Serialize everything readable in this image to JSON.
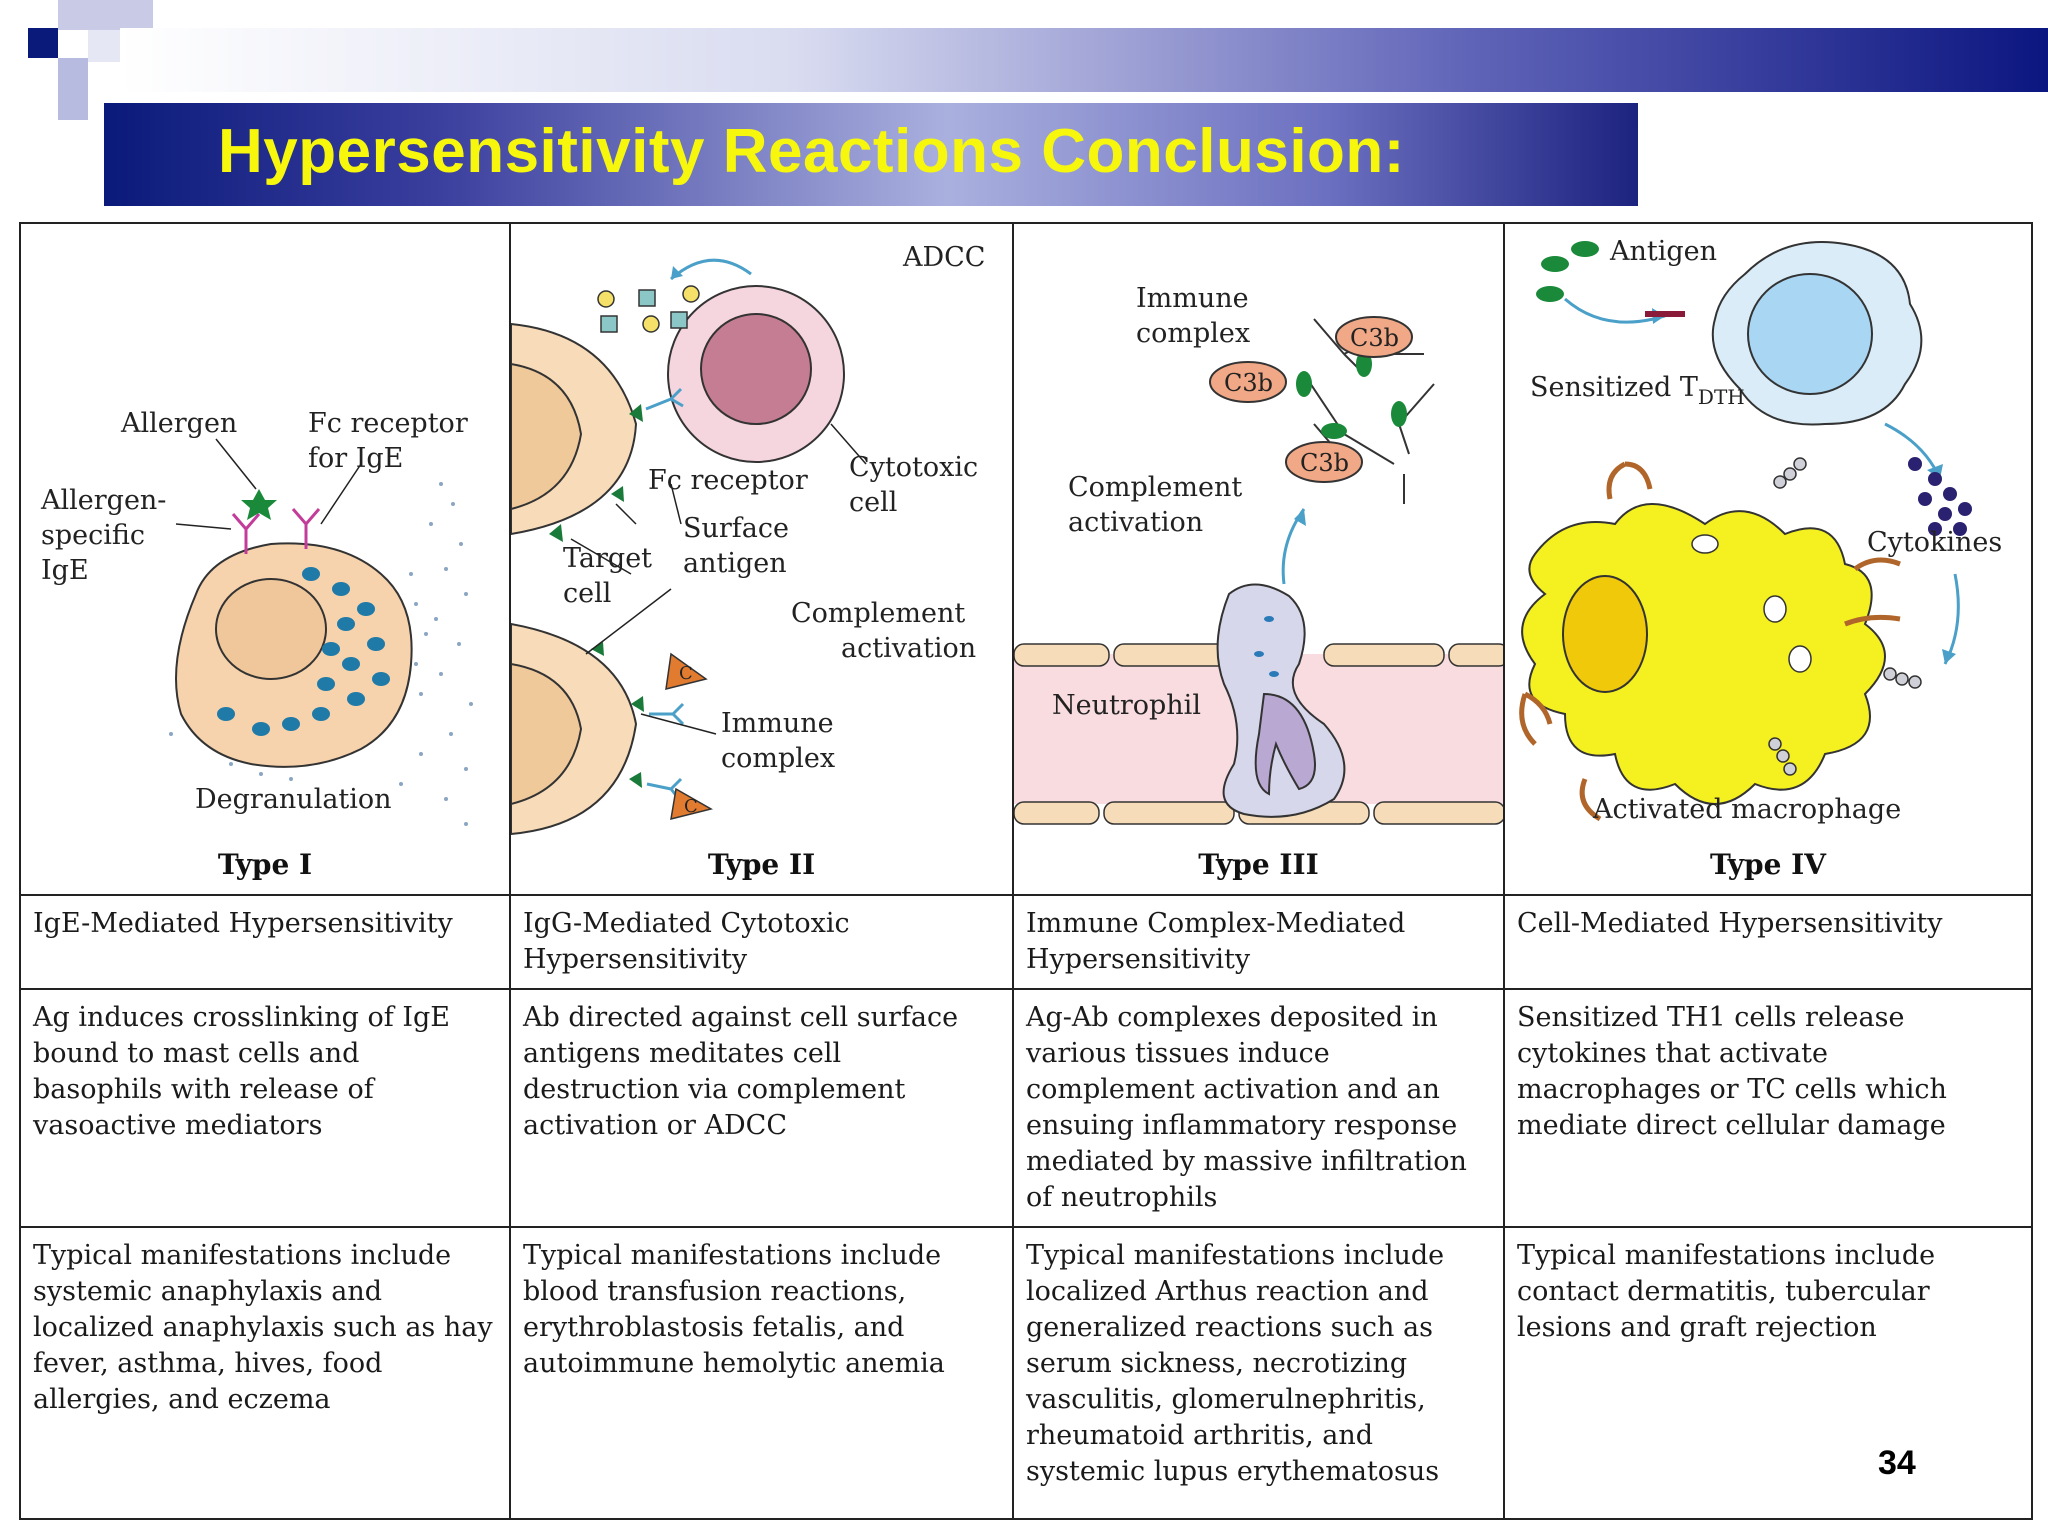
{
  "title": "Hypersensitivity Reactions Conclusion:",
  "page_number": "34",
  "colors": {
    "title_text": "#f7f70e",
    "header_dark": "#0a1a7a",
    "header_light": "#aab0de"
  },
  "columns": [
    {
      "type_label": "Type I",
      "name": "IgE-Mediated Hypersensitivity",
      "mechanism": "Ag induces crosslinking of IgE bound to mast cells and basophils with release of vasoactive mediators",
      "manifestations": "Typical manifestations include systemic anaphylaxis and localized anaphylaxis such as hay fever, asthma, hives, food allergies, and eczema",
      "labels": {
        "allergen": "Allergen",
        "fc_receptor_1": "Fc receptor",
        "fc_receptor_2": "for IgE",
        "specific_1": "Allergen-",
        "specific_2": "specific",
        "specific_3": "IgE",
        "degranulation": "Degranulation"
      }
    },
    {
      "type_label": "Type II",
      "name": "IgG-Mediated Cytotoxic Hypersensitivity",
      "mechanism": "Ab directed against cell surface antigens meditates cell destruction via complement activation or ADCC",
      "manifestations": "Typical manifestations include blood transfusion reactions, erythroblastosis fetalis, and autoimmune hemolytic anemia",
      "labels": {
        "adcc": "ADCC",
        "fc_receptor": "Fc receptor",
        "cytotoxic_1": "Cytotoxic",
        "cytotoxic_2": "cell",
        "surface_1": "Surface",
        "surface_2": "antigen",
        "target_1": "Target",
        "target_2": "cell",
        "complement_1": "Complement",
        "complement_2": "activation",
        "immune_1": "Immune",
        "immune_2": "complex",
        "c_mark": "C"
      }
    },
    {
      "type_label": "Type III",
      "name": "Immune Complex-Mediated Hypersensitivity",
      "mechanism": "Ag-Ab complexes deposited in various tissues induce complement activation and an ensuing inflammatory response mediated by massive infiltration of neutrophils",
      "manifestations": "Typical manifestations include localized Arthus reaction and generalized reactions such as serum sickness, necrotizing vasculitis, glomerulnephritis, rheumatoid arthritis, and systemic lupus erythematosus",
      "labels": {
        "immune_1": "Immune",
        "immune_2": "complex",
        "c3b": "C3b",
        "complement_1": "Complement",
        "complement_2": "activation",
        "neutrophil": "Neutrophil"
      }
    },
    {
      "type_label": "Type IV",
      "name": "Cell-Mediated Hypersensitivity",
      "mechanism": "Sensitized TH1 cells release cytokines that activate macrophages or TC cells which mediate direct cellular damage",
      "manifestations": "Typical manifestations include contact dermatitis, tubercular lesions and graft rejection",
      "labels": {
        "antigen": "Antigen",
        "sensitized": "Sensitized T",
        "sensitized_sub": "DTH",
        "cytokines": "Cytokines",
        "macrophage": "Activated macrophage"
      }
    }
  ]
}
